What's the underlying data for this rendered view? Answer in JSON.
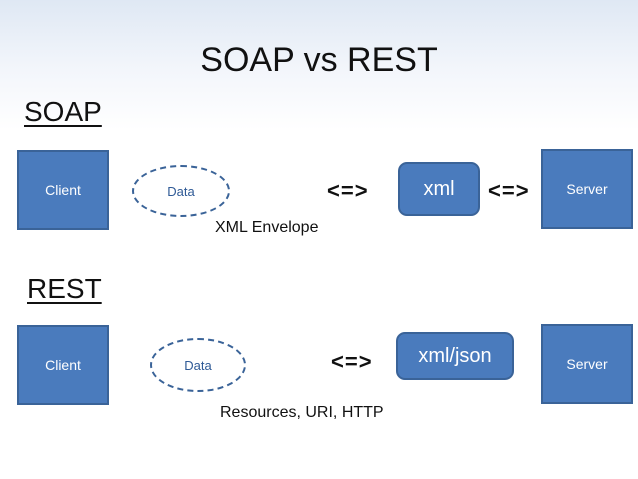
{
  "title": "SOAP vs REST",
  "soap": {
    "heading": "SOAP",
    "client": "Client",
    "data": "Data",
    "arrow_left": "<=>",
    "format": "xml",
    "arrow_right": "<=>",
    "server": "Server",
    "caption": "XML Envelope"
  },
  "rest": {
    "heading": "REST",
    "client": "Client",
    "data": "Data",
    "arrow": "<=>",
    "format": "xml/json",
    "server": "Server",
    "caption": "Resources, URI, HTTP"
  },
  "colors": {
    "box_fill": "#4a7bbd",
    "box_border": "#3a6398"
  }
}
